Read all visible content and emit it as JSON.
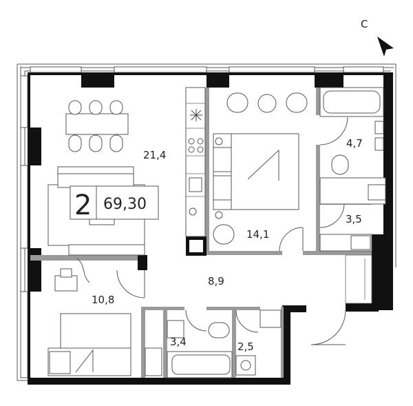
{
  "compass": {
    "label": "С"
  },
  "apartment": {
    "rooms": "2",
    "total_area": "69,30"
  },
  "room_areas": {
    "living": "21,4",
    "bedroom_main": "14,1",
    "bath_top": "4,7",
    "bath_mid": "3,5",
    "hall": "8,9",
    "bedroom_small": "10,8",
    "bath_small_a": "3,4",
    "bath_small_b": "2,5"
  }
}
